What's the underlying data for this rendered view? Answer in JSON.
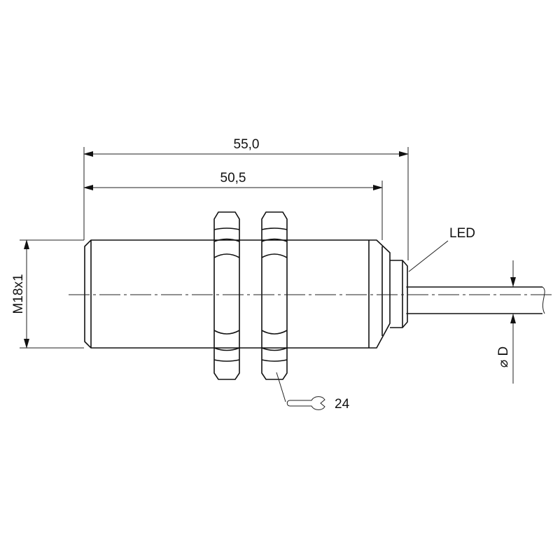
{
  "dimensions": {
    "overall_length": "55,0",
    "thread_length": "50,5",
    "thread_size": "M18x1",
    "cable_diameter": "⌀ D",
    "wrench_size": "24"
  },
  "labels": {
    "led": "LED"
  },
  "icons": {
    "wrench": "wrench-icon"
  },
  "colors": {
    "line": "#111111",
    "background": "#ffffff"
  }
}
